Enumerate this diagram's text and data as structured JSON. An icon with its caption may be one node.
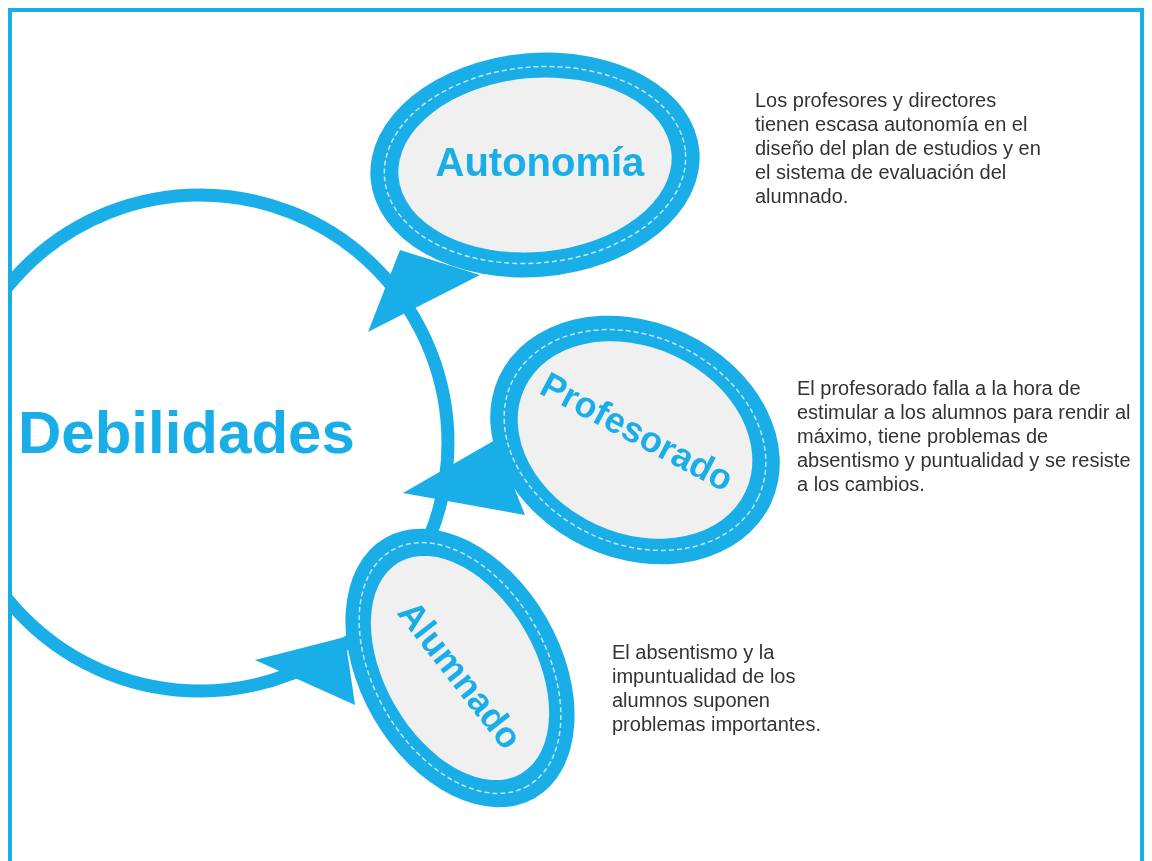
{
  "diagram": {
    "nodes": [
      {
        "text": [
          "Debilidades"
        ]
      },
      {
        "text": [
          "Autonomía"
        ],
        "beside": [
          "Los profesores y directores tienen escasa autonomía en el diseño del plan de estudios y en el sistema de evaluación del alumnado."
        ]
      },
      {
        "text": [
          "Profesorado"
        ],
        "beside": [
          "El profesorado falla a la hora de estimular a los alumnos para rendir al máximo, tiene problemas de absentismo y puntualidad y se resiste a los cambios."
        ]
      },
      {
        "text": [
          "Alumnado"
        ],
        "beside": [
          "El absentismo y la impuntualidad de los alumnos suponen problemas importantes."
        ]
      }
    ]
  }
}
